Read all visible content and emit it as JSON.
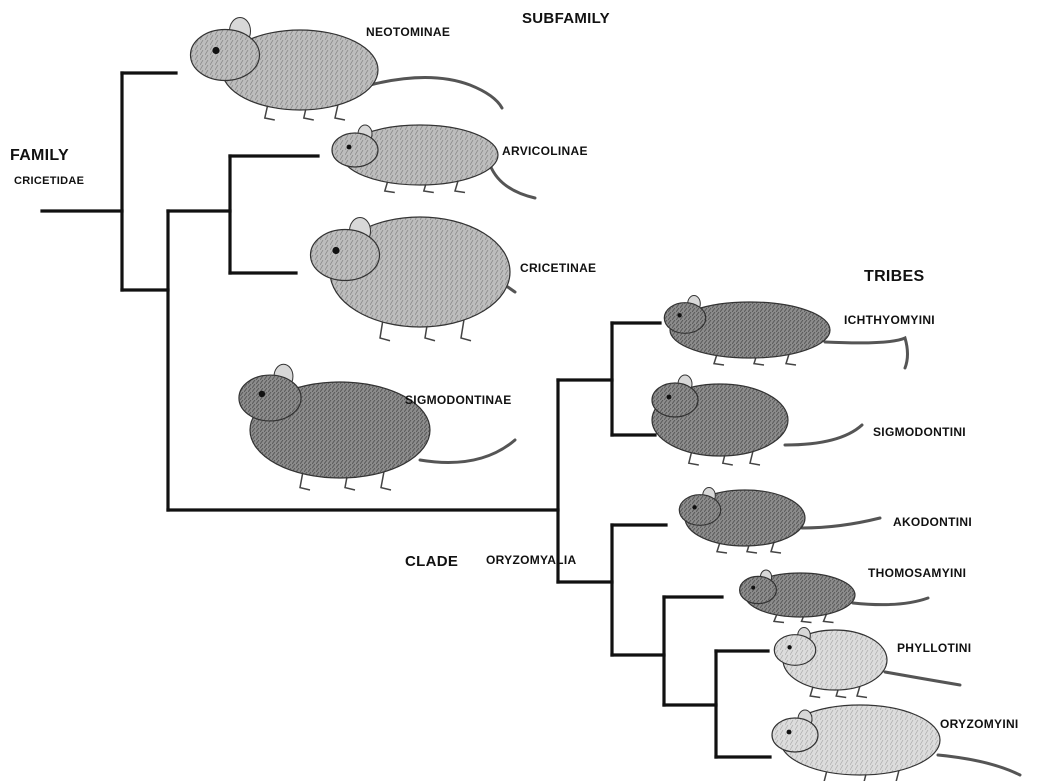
{
  "headings": {
    "family": "FAMILY",
    "subfamily": "SUBFAMILY",
    "tribes": "TRIBES",
    "clade": "CLADE"
  },
  "family_name": "CRICETIDAE",
  "clade_name": "ORYZOMYALIA",
  "subfamilies": [
    "NEOTOMINAE",
    "ARVICOLINAE",
    "CRICETINAE",
    "SIGMODONTINAE"
  ],
  "tribes": [
    "ICHTHYOMYINI",
    "SIGMODONTINI",
    "AKODONTINI",
    "THOMOSAMYINI",
    "PHYLLOTINI",
    "ORYZOMYINI"
  ],
  "colors": {
    "branch": "#111111",
    "fur_light": "#c9c9c9",
    "fur_dark": "#6f6f6f"
  }
}
